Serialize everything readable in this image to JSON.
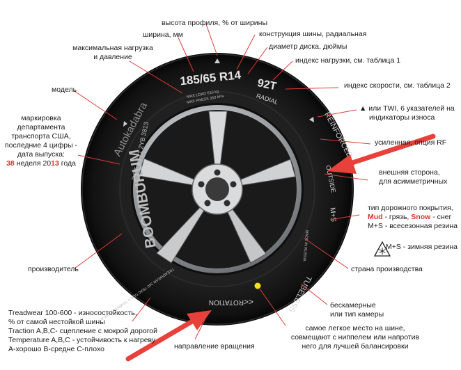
{
  "tire": {
    "size": "185/65 R14",
    "load_speed": "92T",
    "radial": "RADIAL",
    "max_load": "MAX LOAD 615 kg",
    "max_press": "MAX PRESS 350 kPa",
    "brand": "Autokadabra",
    "manufacturer": "BOOMBURUM",
    "dot": "DOT AC71 2YB 3813",
    "reinforced": "REINFORCED",
    "outside": "OUTSIDE",
    "ms": "M+S",
    "tubeless": "TUBELESS",
    "rotation": "ROTATION",
    "treadwear": "TREADWEAR 340 TRACTION A TEMPERATURE A",
    "made_in": "MADE IN RUSSIA"
  },
  "labels": {
    "profile_height": "высота профиля, % от ширины",
    "width": "ширина, мм",
    "construction": "конструкция шины, радиальная",
    "rim_diameter": "диаметр диска, дюймы",
    "max_load_title": "максимальная нагрузка",
    "max_load_sub": "и давление",
    "load_index": "индекс нагрузки, см. таблица 1",
    "model": "модель",
    "speed_index": "индекс скорости, см. таблица 2",
    "twi_1": "▲ или TWI, 6 указателей на",
    "twi_2": "индикаторы износа",
    "dot_1": "маркировка",
    "dot_2": "департамента",
    "dot_3": "транспорта США,",
    "dot_4": "последние 4 цифры -",
    "dot_5": "дата выпуска:",
    "dot_week": "38",
    "dot_week_text": "неделя 20",
    "dot_year": "13",
    "dot_year_text": "года",
    "reinforced_label": "усиленная, опция RF",
    "outside_1": "внешняя сторона,",
    "outside_2": "для асимметричных",
    "road_1": "тип дорожного покрытия,",
    "road_2a": "Mud",
    "road_2b": "- грязь,",
    "road_2c": "Snow",
    "road_2d": "- снег",
    "road_3": "M+S - всесезонная резина",
    "road_4": "M+S - зимняя резина",
    "manufacturer_label": "производитель",
    "country": "страна производства",
    "tubeless_1": "бескамерные",
    "tubeless_2": "или тип камеры",
    "tread_1": "Treadwear 100-600 - износостойкость,",
    "tread_2": "% от самой нестойкой шины",
    "tread_3": "Traction A,B,C- сцепление с мокрой дорогой",
    "tread_4": "Temperature A,B,C - устойчивость к нагреву",
    "tread_5": "A-хорошо B-средне C-плохо",
    "light_1": "самое легкое место на шине,",
    "light_2": "совмещают с ниппелем или напротив",
    "light_3": "него для лучшей балансировки",
    "rotation_label": "направление вращения"
  },
  "colors": {
    "tire": "#161616",
    "tire_edge": "#2b2b2b",
    "leader": "#e03a35",
    "arrow": "#e8413b",
    "rim": "#c9ccce",
    "marker": "#f2e21a"
  }
}
